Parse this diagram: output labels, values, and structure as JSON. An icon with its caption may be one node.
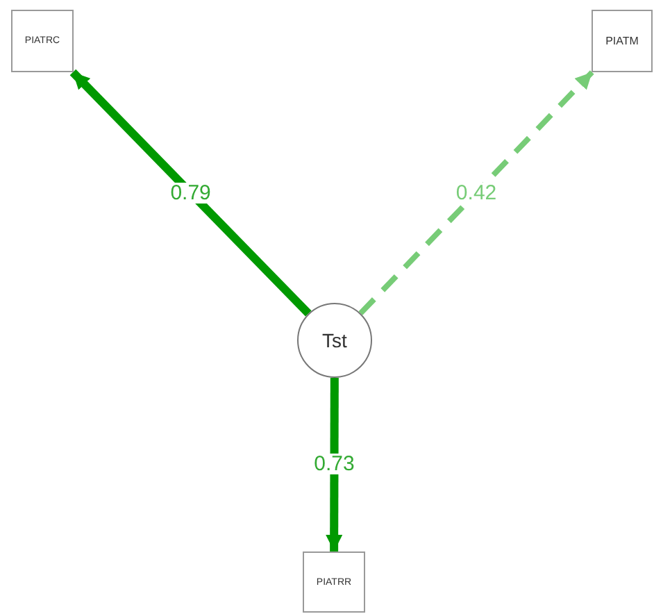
{
  "diagram": {
    "nodes": [
      {
        "text": [
          "Tst"
        ]
      },
      {
        "text": [
          "PIATRC"
        ]
      },
      {
        "text": [
          "PIATM"
        ]
      },
      {
        "text": [
          "PIATRR"
        ]
      }
    ],
    "edges": [
      {
        "from": 0,
        "to": 1,
        "arrow": "to",
        "label": "0.79"
      },
      {
        "from": 0,
        "to": 2,
        "arrow": "to",
        "label": "0.42",
        "style": "dashed",
        "color": "#77cc77"
      },
      {
        "from": 0,
        "to": 3,
        "arrow": "to",
        "label": "0.73"
      }
    ]
  }
}
